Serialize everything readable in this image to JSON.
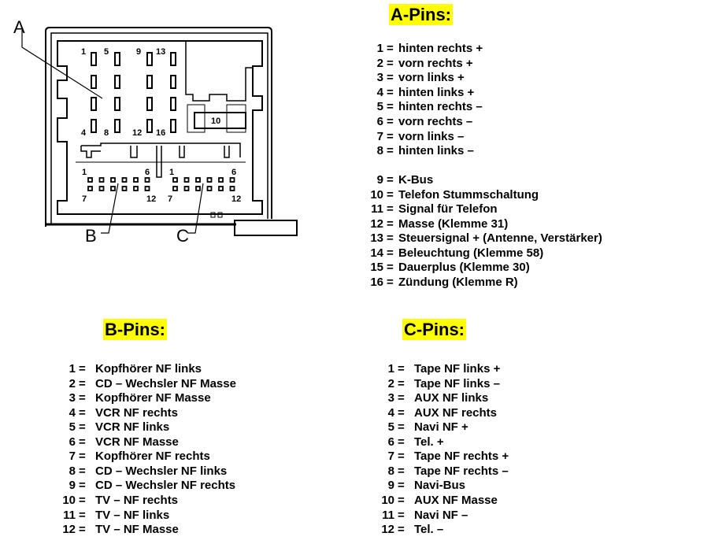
{
  "diagram": {
    "labels": {
      "a": "A",
      "b": "B",
      "c": "C"
    },
    "a_pin_labels": [
      "1",
      "5",
      "9",
      "13",
      "4",
      "8",
      "12",
      "16",
      "10"
    ],
    "b_pin_labels": [
      "1",
      "6",
      "7",
      "12"
    ],
    "c_pin_labels": [
      "1",
      "6",
      "7",
      "12"
    ]
  },
  "a_pins": {
    "title": "A-Pins:",
    "items": [
      {
        "num": "1",
        "text": "hinten rechts +"
      },
      {
        "num": "2",
        "text": "vorn rechts +"
      },
      {
        "num": "3",
        "text": "vorn links +"
      },
      {
        "num": "4",
        "text": "hinten links +"
      },
      {
        "num": "5",
        "text": "hinten rechts –"
      },
      {
        "num": "6",
        "text": "vorn rechts –"
      },
      {
        "num": "7",
        "text": "vorn links –"
      },
      {
        "num": "8",
        "text": "hinten links –"
      },
      {
        "num": "9",
        "text": "K-Bus"
      },
      {
        "num": "10",
        "text": "Telefon Stummschaltung"
      },
      {
        "num": "11",
        "text": "Signal für Telefon"
      },
      {
        "num": "12",
        "text": "Masse (Klemme 31)"
      },
      {
        "num": "13",
        "text": "Steuersignal + (Antenne, Verstärker)"
      },
      {
        "num": "14",
        "text": "Beleuchtung (Klemme 58)"
      },
      {
        "num": "15",
        "text": "Dauerplus (Klemme 30)"
      },
      {
        "num": "16",
        "text": "Zündung (Klemme R)"
      }
    ]
  },
  "b_pins": {
    "title": "B-Pins:",
    "items": [
      {
        "num": "1",
        "text": "Kopfhörer NF links"
      },
      {
        "num": "2",
        "text": "CD – Wechsler NF Masse"
      },
      {
        "num": "3",
        "text": "Kopfhörer NF Masse"
      },
      {
        "num": "4",
        "text": "VCR NF rechts"
      },
      {
        "num": "5",
        "text": "VCR NF links"
      },
      {
        "num": "6",
        "text": "VCR NF Masse"
      },
      {
        "num": "7",
        "text": "Kopfhörer NF rechts"
      },
      {
        "num": "8",
        "text": "CD – Wechsler NF links"
      },
      {
        "num": "9",
        "text": "CD – Wechsler NF rechts"
      },
      {
        "num": "10",
        "text": "TV – NF rechts"
      },
      {
        "num": "11",
        "text": "TV – NF links"
      },
      {
        "num": "12",
        "text": "TV – NF Masse"
      }
    ]
  },
  "c_pins": {
    "title": "C-Pins:",
    "items": [
      {
        "num": "1",
        "text": "Tape NF links +"
      },
      {
        "num": "2",
        "text": "Tape NF links –"
      },
      {
        "num": "3",
        "text": "AUX NF links"
      },
      {
        "num": "4",
        "text": "AUX NF rechts"
      },
      {
        "num": "5",
        "text": "Navi NF +"
      },
      {
        "num": "6",
        "text": "Tel. +"
      },
      {
        "num": "7",
        "text": "Tape NF rechts +"
      },
      {
        "num": "8",
        "text": "Tape NF rechts –"
      },
      {
        "num": "9",
        "text": "Navi-Bus"
      },
      {
        "num": "10",
        "text": "AUX NF Masse"
      },
      {
        "num": "11",
        "text": "Navi NF –"
      },
      {
        "num": "12",
        "text": "Tel. –"
      }
    ]
  },
  "eq": "="
}
